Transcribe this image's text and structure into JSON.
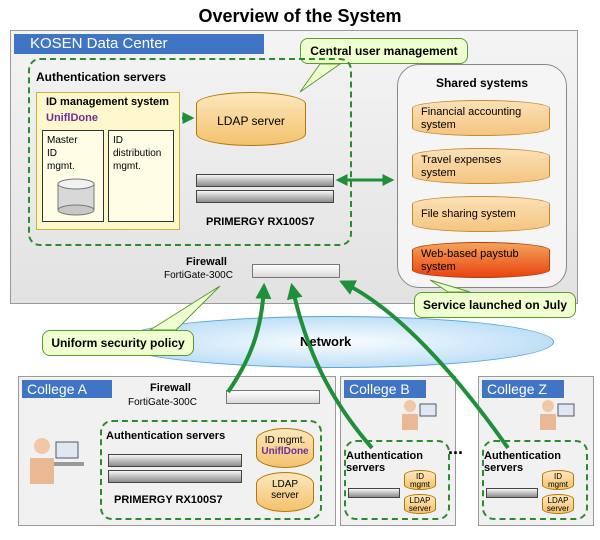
{
  "title": "Overview of the System",
  "datacenter": {
    "label": "KOSEN Data Center"
  },
  "callouts": {
    "central": "Central user management",
    "uniform": "Uniform security policy",
    "launched": "Service launched on July"
  },
  "auth_main": {
    "label": "Authentication servers",
    "idm_title": "ID management system",
    "unifl": "UniflDone",
    "master": [
      "Master",
      "ID",
      "mgmt."
    ],
    "distribution": [
      "ID",
      "distribution",
      "mgmt."
    ],
    "ldap": "LDAP server",
    "server_model": "PRIMERGY RX100S7"
  },
  "shared": {
    "label": "Shared systems",
    "systems": [
      {
        "line1": "Financial accounting",
        "line2": "system"
      },
      {
        "line1": "Travel expenses",
        "line2": "system"
      },
      {
        "line1": "File sharing system",
        "line2": ""
      },
      {
        "line1": "Web-based paystub",
        "line2": "system"
      }
    ]
  },
  "dc_firewall": {
    "label": "Firewall",
    "model": "FortiGate-300C"
  },
  "network": "Network",
  "college_a": {
    "label": "College A",
    "firewall": "Firewall",
    "firewall_model": "FortiGate-300C",
    "auth_label": "Authentication servers",
    "idm": "ID mgmt.",
    "unifl": "UniflDone",
    "ldap": [
      "LDAP",
      "server"
    ],
    "server_model": "PRIMERGY RX100S7"
  },
  "college_b": {
    "label": "College B",
    "auth": [
      "Authentication",
      "servers"
    ],
    "id": [
      "ID",
      "mgmt"
    ],
    "ldap": [
      "LDAP",
      "server"
    ]
  },
  "college_z": {
    "label": "College Z",
    "auth": [
      "Authentication",
      "servers"
    ],
    "id": [
      "ID",
      "mgmt"
    ],
    "ldap": [
      "LDAP",
      "server"
    ]
  },
  "ellipsis": "...",
  "colors": {
    "accent_blue": "#3f75c4",
    "green": "#2e8a2e",
    "arrow_green": "#1f8f3a"
  }
}
